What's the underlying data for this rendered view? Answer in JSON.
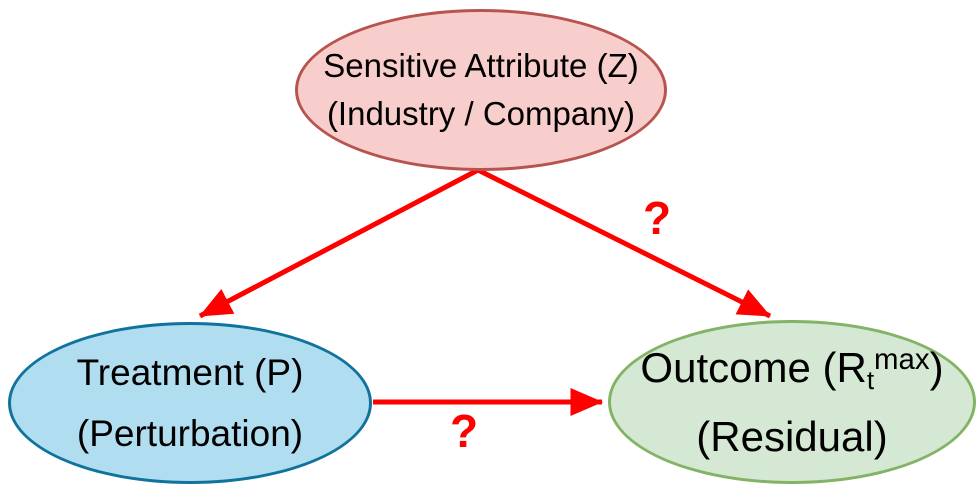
{
  "diagram": {
    "type": "causal-graph",
    "nodes": {
      "sensitive": {
        "line1": "Sensitive Attribute (Z)",
        "line2": "(Industry / Company)"
      },
      "treatment": {
        "line1": "Treatment (P)",
        "line2": "(Perturbation)"
      },
      "outcome": {
        "line1_prefix": "Outcome (R",
        "line1_sub": "t",
        "line1_sup": "max",
        "line1_suffix": ")",
        "line2": "(Residual)"
      }
    },
    "edges": {
      "z_to_p": {
        "from": "sensitive",
        "to": "treatment",
        "label": ""
      },
      "z_to_r": {
        "from": "sensitive",
        "to": "outcome",
        "label": "?"
      },
      "p_to_r": {
        "from": "treatment",
        "to": "outcome",
        "label": "?"
      }
    }
  },
  "colors": {
    "bg": "#ffffff",
    "text": "#000000",
    "arrow": "#ff0000",
    "sensitive-fill": "#f8cecc",
    "sensitive-border": "#b85450",
    "treatment-fill": "#b1ddf0",
    "treatment-border": "#10739e",
    "outcome-fill": "#d5e8d4",
    "outcome-border": "#82b366"
  }
}
